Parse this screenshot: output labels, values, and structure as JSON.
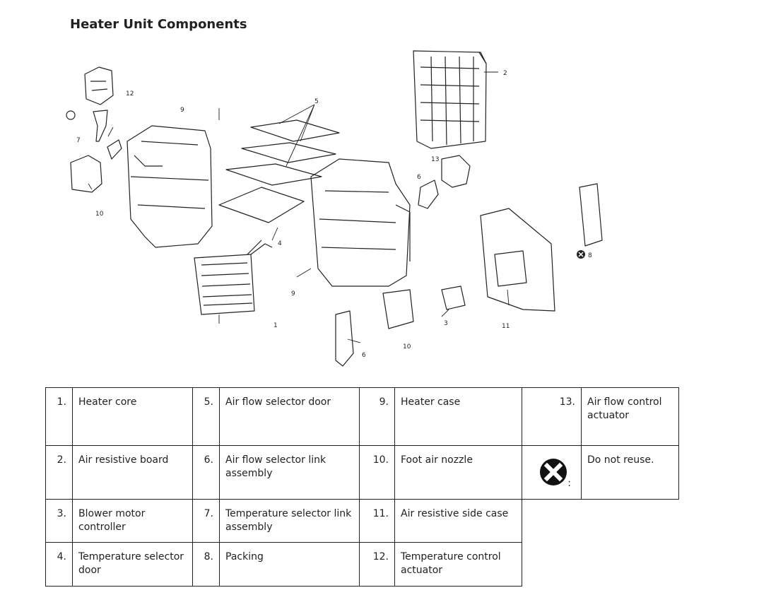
{
  "page": {
    "title": "Heater Unit Components"
  },
  "diagram": {
    "callouts": [
      "1",
      "2",
      "3",
      "4",
      "5",
      "6",
      "6",
      "7",
      "8",
      "9",
      "9",
      "10",
      "10",
      "11",
      "12",
      "13"
    ]
  },
  "legend": {
    "rows": [
      [
        {
          "num": "1.",
          "desc": "Heater core"
        },
        {
          "num": "5.",
          "desc": "Air flow selector door"
        },
        {
          "num": "9.",
          "desc": "Heater case"
        },
        {
          "num": "13.",
          "desc": "Air flow control actuator"
        }
      ],
      [
        {
          "num": "2.",
          "desc": "Air resistive board"
        },
        {
          "num": "6.",
          "desc": "Air flow selector link assembly"
        },
        {
          "num": "10.",
          "desc": "Foot air nozzle"
        },
        {
          "num": ":",
          "desc": "Do not reuse."
        }
      ],
      [
        {
          "num": "3.",
          "desc": "Blower motor controller"
        },
        {
          "num": "7.",
          "desc": "Temperature selector link assembly"
        },
        {
          "num": "11.",
          "desc": "Air resistive side case"
        }
      ],
      [
        {
          "num": "4.",
          "desc": "Temperature selector door"
        },
        {
          "num": "8.",
          "desc": "Packing"
        },
        {
          "num": "12.",
          "desc": "Temperature control actuator"
        }
      ]
    ]
  },
  "icons": {
    "do_not_reuse": "x-circle-icon"
  }
}
